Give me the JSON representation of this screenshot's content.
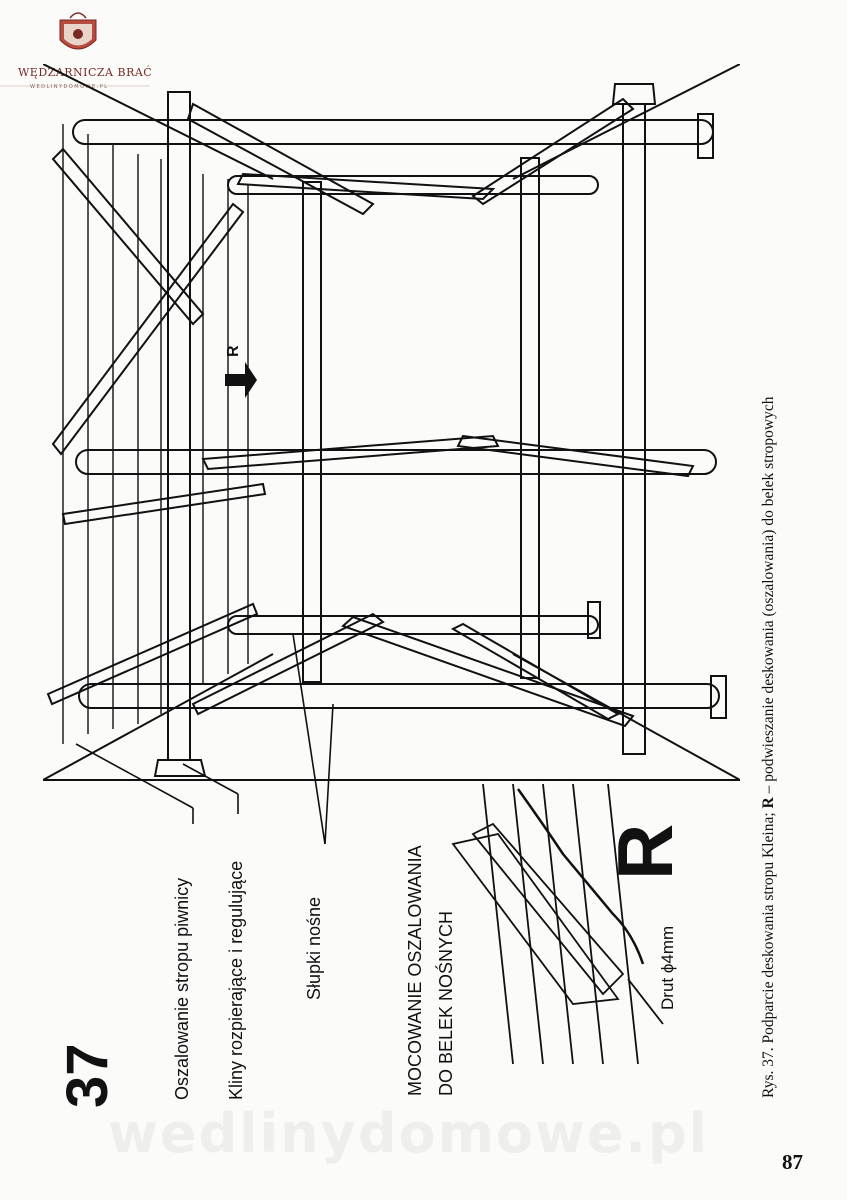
{
  "brand": {
    "name": "WĘDZARNICZA BRAĆ",
    "sub": "WEDLINYDOMOWE.PL"
  },
  "figure": {
    "number": "37",
    "labels": {
      "oszalowanie": "Oszalowanie stropu piwnicy",
      "kliny": "Kliny rozpierające i regulujące",
      "slupki": "Słupki nośne",
      "mocowanie_line1": "MOCOWANIE OSZALOWANIA",
      "mocowanie_line2": "DO BELEK NOŚNYCH",
      "drut": "Drut ϕ4mm",
      "r_big": "R",
      "r_arrow": "R"
    }
  },
  "caption": {
    "prefix": "Rys. 37. Podparcie deskowania stropu Kleina; ",
    "r": "R",
    "suffix": " – podwieszanie deskowania (oszalowania) do belek stropowych"
  },
  "watermark": "wedlinydomowe.pl",
  "page_number": "87",
  "colors": {
    "ink": "#111111",
    "paper": "#fbfbfa",
    "brand": "#7a2a22"
  }
}
